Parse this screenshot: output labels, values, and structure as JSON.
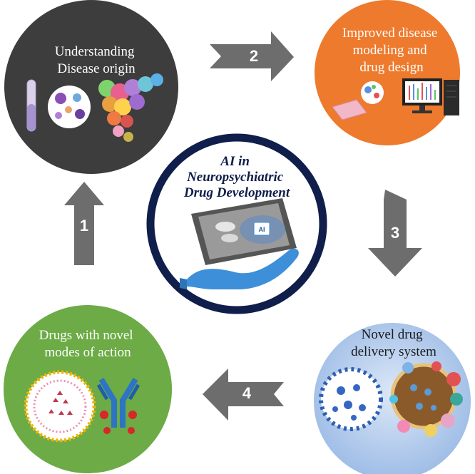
{
  "center": {
    "title_lines": [
      "AI in",
      "Neuropsychiatric",
      "Drug Development"
    ],
    "ai_badge": "AI"
  },
  "stages": [
    {
      "id": "top-left",
      "lines": [
        "Understanding",
        "Disease origin"
      ],
      "color": "#3d3d3d"
    },
    {
      "id": "top-right",
      "lines": [
        "Improved disease",
        "modeling and",
        "drug design"
      ],
      "color": "#ee7a2d"
    },
    {
      "id": "bottom-right",
      "lines": [
        "Novel drug",
        "delivery system"
      ],
      "color": "#b9cfee"
    },
    {
      "id": "bottom-left",
      "lines": [
        "Drugs with novel",
        "modes of action"
      ],
      "color": "#6cab45"
    }
  ],
  "arrows": [
    {
      "number": "1",
      "direction": "up"
    },
    {
      "number": "2",
      "direction": "right"
    },
    {
      "number": "3",
      "direction": "down"
    },
    {
      "number": "4",
      "direction": "left"
    }
  ],
  "colors": {
    "ring": "#0f1e4a",
    "arrow": "#6d6d6d",
    "hand": "#3d8fd9"
  }
}
